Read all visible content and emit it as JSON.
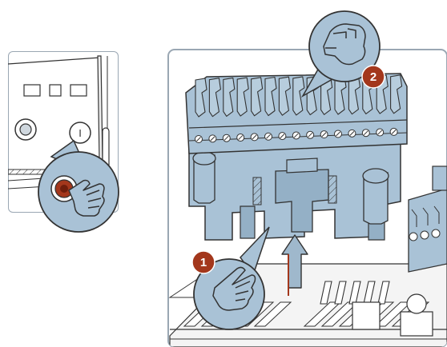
{
  "steps": [
    {
      "number": "1",
      "action": "press"
    },
    {
      "number": "2",
      "action": "lift"
    }
  ],
  "panel": {
    "button_symbol": "I"
  },
  "colors": {
    "connector": "#a9c2d6",
    "connector_dark": "#7f9cb3",
    "callout_fill": "#a9c2d6",
    "step_badge": "#a3371c",
    "arrow": "#9fb8cc",
    "outline": "#333333"
  }
}
